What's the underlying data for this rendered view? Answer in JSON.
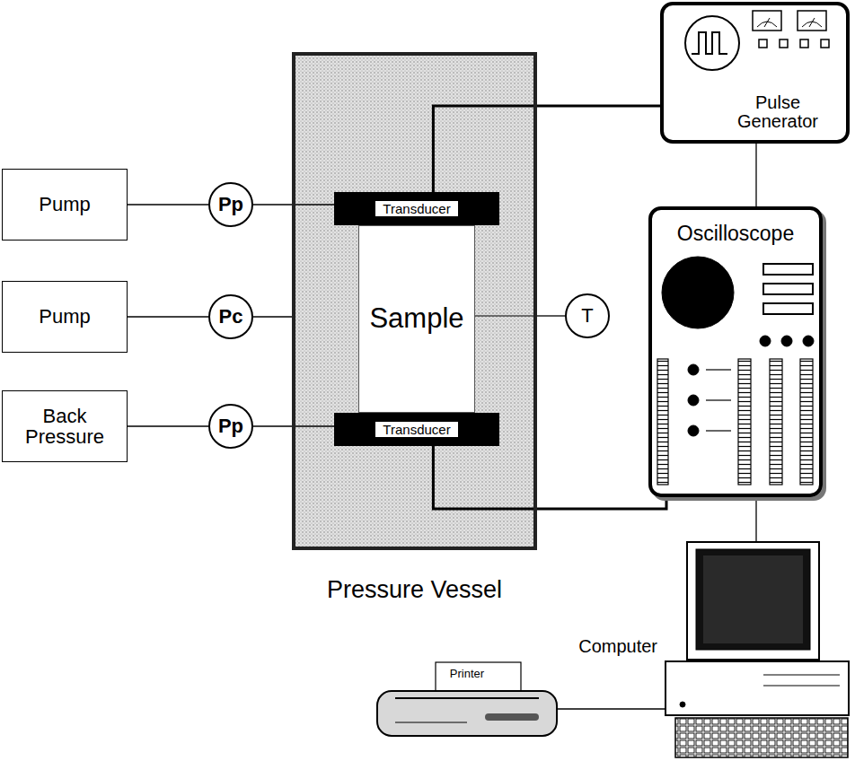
{
  "diagram": {
    "nodes": [
      {
        "text": [
          "Pump"
        ]
      },
      {
        "text": [
          "Pp"
        ]
      },
      {
        "text": [
          "Pump"
        ]
      },
      {
        "text": [
          "Pc"
        ]
      },
      {
        "text": [
          "Back Pressure"
        ]
      },
      {
        "text": [
          "Pp"
        ]
      },
      {
        "text": [
          "Pressure Vessel"
        ]
      },
      {
        "text": [
          "Transducer"
        ],
        "in": 6
      },
      {
        "text": [
          "Sample"
        ],
        "in": 6
      },
      {
        "text": [
          "Transducer"
        ],
        "in": 6
      },
      {
        "text": [
          "T"
        ]
      },
      {
        "text": [
          "Pulse Generator"
        ]
      },
      {
        "text": [
          "Oscilloscope"
        ]
      },
      {
        "text": [
          "Computer"
        ]
      },
      {
        "text": [
          "Printer"
        ]
      }
    ],
    "edges": [
      {
        "from": 0,
        "to": 1,
        "arrow": "none"
      },
      {
        "from": 1,
        "to": 7,
        "arrow": "none"
      },
      {
        "from": 2,
        "to": 3,
        "arrow": "none"
      },
      {
        "from": 3,
        "to": 6,
        "arrow": "none"
      },
      {
        "from": 4,
        "to": 5,
        "arrow": "none"
      },
      {
        "from": 5,
        "to": 9,
        "arrow": "none"
      },
      {
        "from": 10,
        "to": 6,
        "arrow": "none"
      },
      {
        "from": 7,
        "to": 11,
        "arrow": "none"
      },
      {
        "from": 9,
        "to": 12,
        "arrow": "none"
      },
      {
        "from": 11,
        "to": 12,
        "arrow": "none"
      },
      {
        "from": 12,
        "to": 13,
        "arrow": "none"
      },
      {
        "from": 14,
        "to": 13,
        "arrow": "none"
      }
    ]
  }
}
